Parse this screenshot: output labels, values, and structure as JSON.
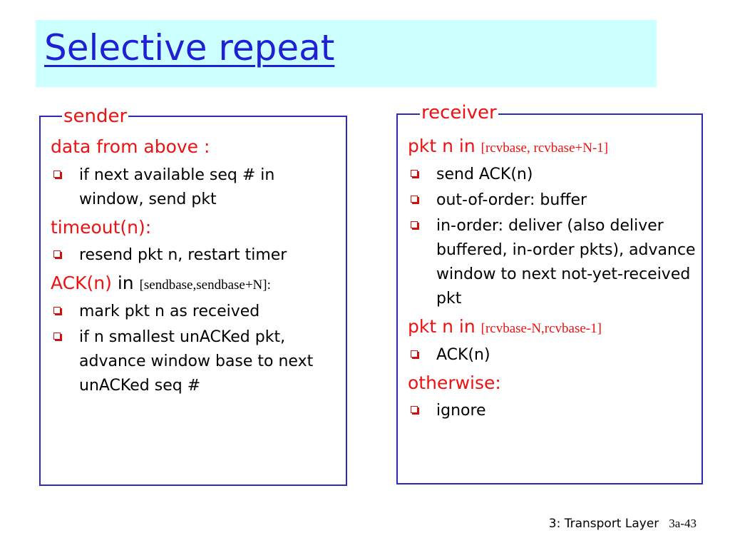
{
  "title": "Selective repeat",
  "sender": {
    "legend": "sender",
    "h1": "data from above :",
    "h1_items": [
      "if next available seq # in window, send pkt"
    ],
    "h2": "timeout(n):",
    "h2_items": [
      "resend pkt n, restart timer"
    ],
    "h3_main": "ACK(n)",
    "h3_in": "in",
    "h3_range": "[sendbase,sendbase+N]:",
    "h3_items": [
      "mark pkt n as received",
      "if n smallest unACKed pkt, advance window base to next unACKed seq #"
    ]
  },
  "receiver": {
    "legend": "receiver",
    "h1_main": "pkt n in",
    "h1_range": "[rcvbase, rcvbase+N-1]",
    "h1_items": [
      "send ACK(n)",
      "out-of-order: buffer",
      "in-order: deliver (also deliver buffered, in-order pkts), advance window to next not-yet-received pkt"
    ],
    "h2_main": "pkt n in",
    "h2_range": "[rcvbase-N,rcvbase-1]",
    "h2_items": [
      "ACK(n)"
    ],
    "h3": "otherwise:",
    "h3_items": [
      "ignore"
    ]
  },
  "footer": {
    "chapter": "3: Transport Layer",
    "page": "3a-43"
  },
  "colors": {
    "title": "#1f1fd6",
    "title_background": "#ccffff",
    "accent_red": "#ee1111",
    "border_blue": "#2b2bb8"
  }
}
